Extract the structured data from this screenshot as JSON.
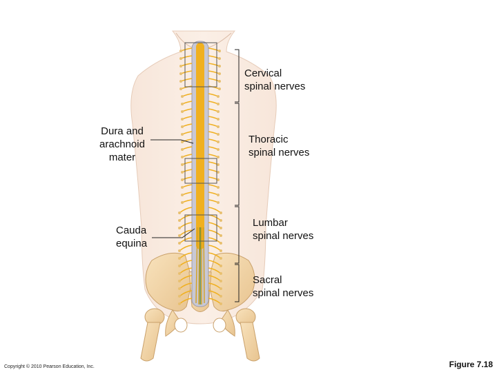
{
  "labels": {
    "cervical": [
      "Cervical",
      "spinal nerves"
    ],
    "thoracic": [
      "Thoracic",
      "spinal nerves"
    ],
    "lumbar": [
      "Lumbar",
      "spinal nerves"
    ],
    "sacral": [
      "Sacral",
      "spinal nerves"
    ],
    "dura": [
      "Dura and",
      "arachnoid",
      "mater"
    ],
    "cauda": [
      "Cauda",
      "equina"
    ]
  },
  "footer": {
    "copyright": "Copyright © 2010 Pearson Education, Inc.",
    "figure": "Figure 7.18"
  },
  "colors": {
    "skin": "#f6e0d0",
    "bone": "#f2d8a8",
    "nerve": "#f0b020",
    "dura": "#c8c8d4"
  }
}
